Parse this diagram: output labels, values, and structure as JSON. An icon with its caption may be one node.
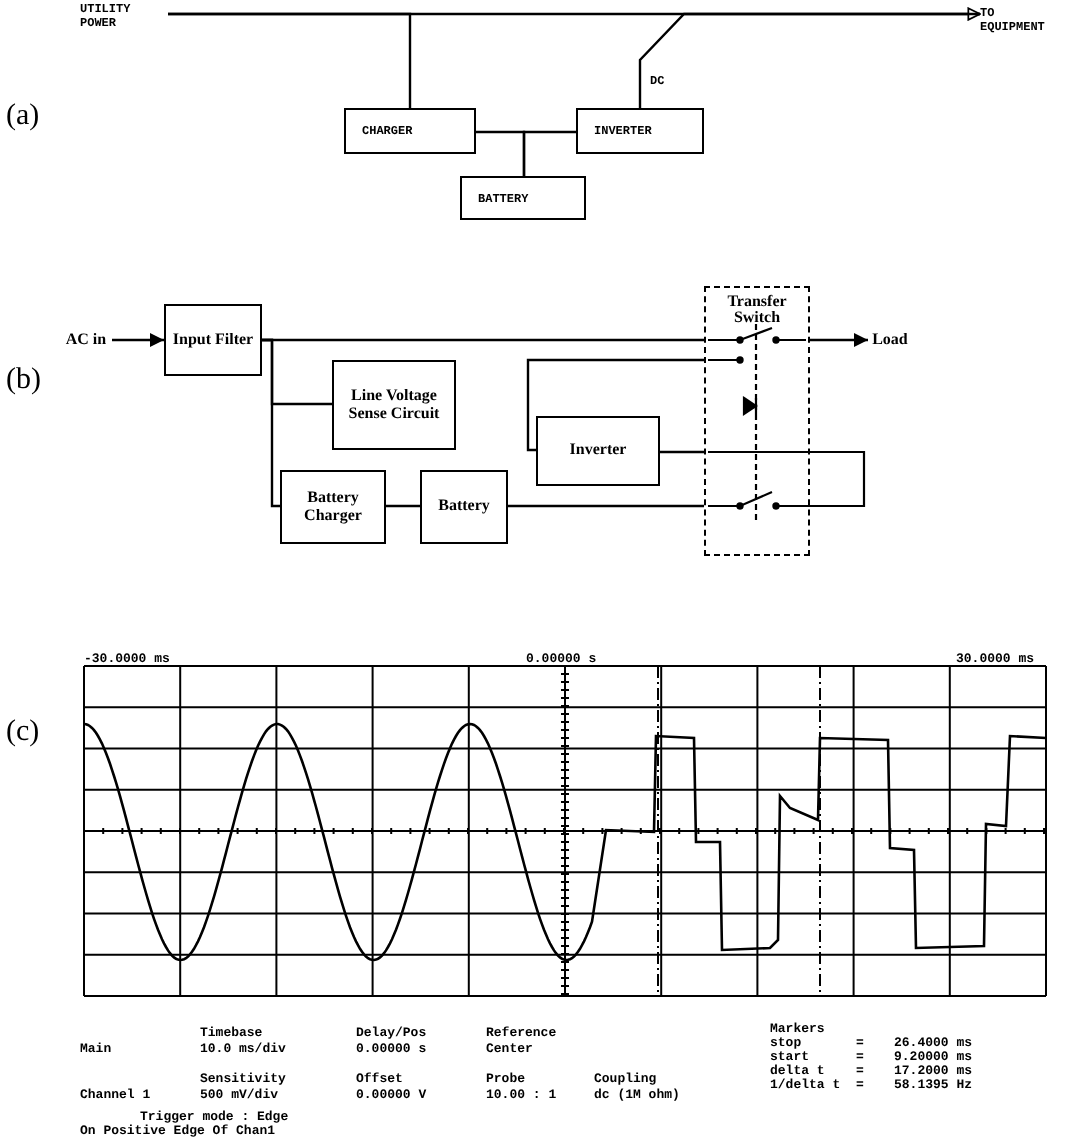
{
  "diagram": {
    "nodes": [
      {
        "text": [
          "UTILITY POWER"
        ]
      },
      {
        "text": [
          "TO EQUIPMENT"
        ]
      },
      {
        "text": [
          "CHARGER"
        ]
      },
      {
        "text": [
          "INVERTER"
        ]
      },
      {
        "text": [
          "BATTERY"
        ]
      },
      {
        "text": [
          "AC in"
        ]
      },
      {
        "text": [
          "Input Filter"
        ]
      },
      {
        "text": [
          "Line Voltage Sense Circuit"
        ]
      },
      {
        "text": [
          "Battery Charger"
        ]
      },
      {
        "text": [
          "Battery"
        ]
      },
      {
        "text": [
          "Inverter"
        ]
      },
      {
        "text": [
          "Transfer Switch"
        ]
      },
      {
        "text": [
          "Load"
        ]
      }
    ],
    "edges": [
      {
        "from": 0,
        "to": 1,
        "arrow": "to"
      },
      {
        "from": 0,
        "to": 2,
        "arrow": "none"
      },
      {
        "from": 3,
        "to": 1,
        "arrow": "none",
        "label": "DC"
      },
      {
        "from": 2,
        "to": 4,
        "arrow": "none"
      },
      {
        "from": 4,
        "to": 3,
        "arrow": "none"
      },
      {
        "from": 5,
        "to": 6,
        "arrow": "to"
      },
      {
        "from": 6,
        "to": 11,
        "arrow": "none"
      },
      {
        "from": 11,
        "to": 12,
        "arrow": "to"
      },
      {
        "from": 6,
        "to": 7,
        "arrow": "none"
      },
      {
        "from": 6,
        "to": 8,
        "arrow": "none"
      },
      {
        "from": 8,
        "to": 9,
        "arrow": "none"
      },
      {
        "from": 9,
        "to": 11,
        "arrow": "none"
      },
      {
        "from": 10,
        "to": 11,
        "arrow": "none"
      },
      {
        "from": 10,
        "to": 11,
        "arrow": "none"
      }
    ],
    "labels": [
      "(a)",
      "(b)",
      "-30.0000 ms",
      "0.00000 s",
      "30.0000 ms",
      "(c)",
      "Timebase",
      "Delay/Pos",
      "Reference",
      "Markers",
      "stop",
      "=",
      "26.4000 ms",
      "Main",
      "10.0 ms/div",
      "0.00000 s",
      "Center",
      "start",
      "=",
      "9.20000 ms",
      "delta t",
      "=",
      "17.2000 ms",
      "1/delta t",
      "=",
      "58.1395 Hz",
      "Sensitivity",
      "Offset",
      "Probe",
      "Coupling",
      "Channel 1",
      "500 mV/div",
      "0.00000 V",
      "10.00 : 1",
      "dc (1M ohm)",
      "Trigger mode : Edge",
      "On Positive Edge Of Chan1"
    ]
  }
}
